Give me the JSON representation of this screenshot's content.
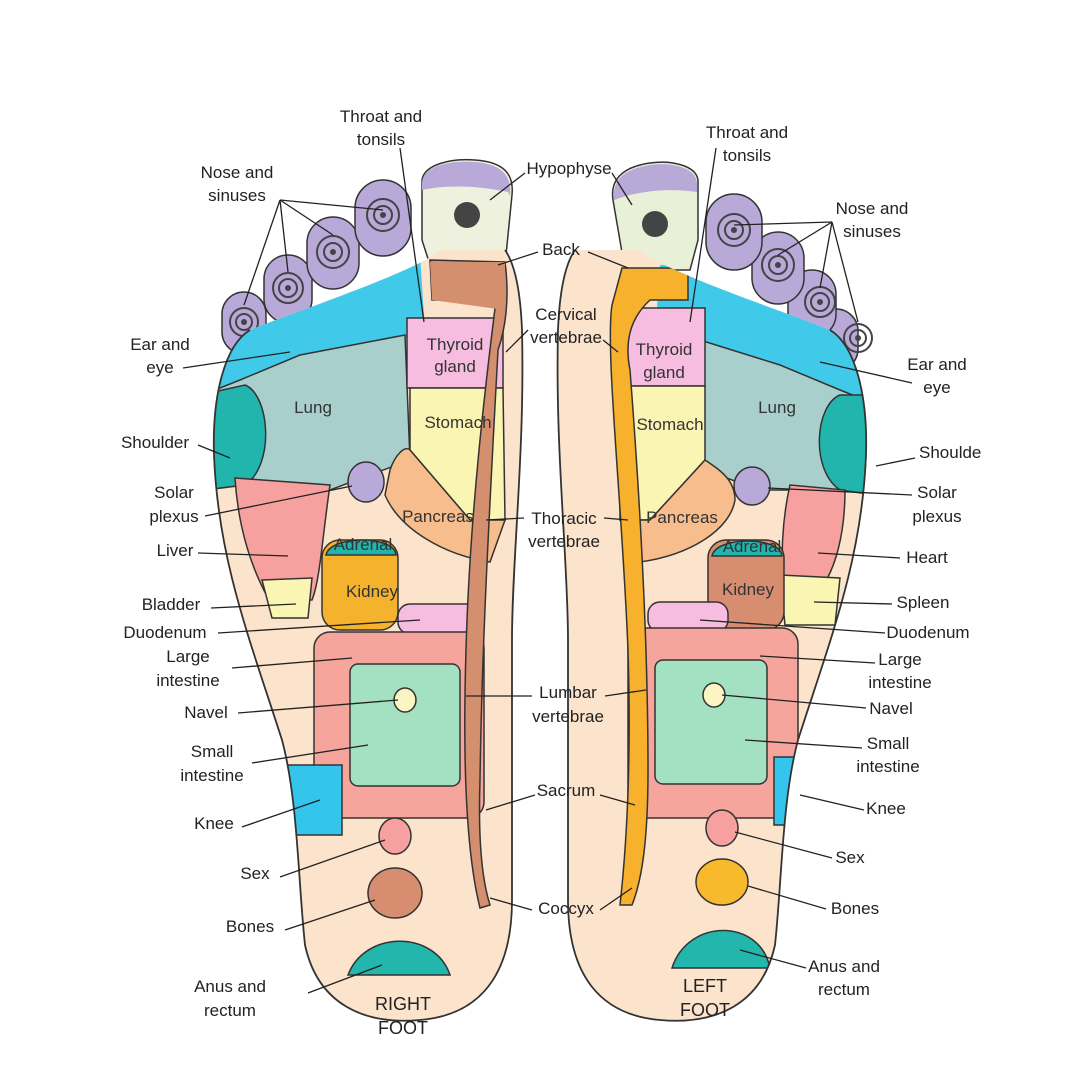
{
  "colors": {
    "skin": "#fbe3cc",
    "toe": "#b8a9d9",
    "big_toe": "#eef1dd",
    "toe_band": "#40c9e8",
    "lung": "#a9cfcd",
    "shoulder": "#21b5ad",
    "liver": "#f6a1a0",
    "stomach": "#fbf5b3",
    "thyroid": "#f7bde0",
    "pancreas": "#f7bd8c",
    "kidney_right": "#f5b22d",
    "kidney_left": "#d68d70",
    "spine_right": "#d48f6f",
    "spine_left": "#f8b12d",
    "large_intestine": "#f6a59d",
    "small_intestine": "#a4e1c2",
    "knee": "#33c5ec",
    "anus": "#22b6ad"
  },
  "right_foot": {
    "title": [
      "RIGHT",
      "FOOT"
    ],
    "zones": {
      "thyroid": [
        "Thyroid",
        "gland"
      ],
      "stomach": "Stomach",
      "lung": "Lung",
      "pancreas": "Pancreas",
      "adrenal": "Adrenal",
      "kidney": "Kidney"
    },
    "callouts": {
      "throat": [
        "Throat and",
        "tonsils"
      ],
      "nose": [
        "Nose and",
        "sinuses"
      ],
      "ear": [
        "Ear and",
        "eye"
      ],
      "shoulder": "Shoulder",
      "solar": [
        "Solar",
        "plexus"
      ],
      "liver": "Liver",
      "bladder": "Bladder",
      "duodenum": "Duodenum",
      "large_int": [
        "Large",
        "intestine"
      ],
      "navel": "Navel",
      "small_int": [
        "Small",
        "intestine"
      ],
      "knee": "Knee",
      "sex": "Sex",
      "bones": "Bones",
      "anus": [
        "Anus and",
        "rectum"
      ]
    }
  },
  "left_foot": {
    "title": [
      "LEFT",
      "FOOT"
    ],
    "zones": {
      "thyroid": [
        "Thyroid",
        "gland"
      ],
      "stomach": "Stomach",
      "lung": "Lung",
      "pancreas": "Pancreas",
      "adrenal": "Adrenal",
      "kidney": "Kidney"
    },
    "callouts": {
      "throat": [
        "Throat and",
        "tonsils"
      ],
      "nose": [
        "Nose and",
        "sinuses"
      ],
      "ear": [
        "Ear and",
        "eye"
      ],
      "shoulder": "Shoulde",
      "solar": [
        "Solar",
        "plexus"
      ],
      "heart": "Heart",
      "spleen": "Spleen",
      "duodenum": "Duodenum",
      "large_int": [
        "Large",
        "intestine"
      ],
      "navel": "Navel",
      "small_int": [
        "Small",
        "intestine"
      ],
      "knee": "Knee",
      "sex": "Sex",
      "bones": "Bones",
      "anus": [
        "Anus and",
        "rectum"
      ]
    }
  },
  "center": {
    "hypophyse": "Hypophyse",
    "back": "Back",
    "cervical": [
      "Cervical",
      "vertebrae"
    ],
    "thoracic": [
      "Thoracic",
      "vertebrae"
    ],
    "lumbar": [
      "Lumbar",
      "vertebrae"
    ],
    "sacrum": "Sacrum",
    "coccyx": "Coccyx"
  }
}
